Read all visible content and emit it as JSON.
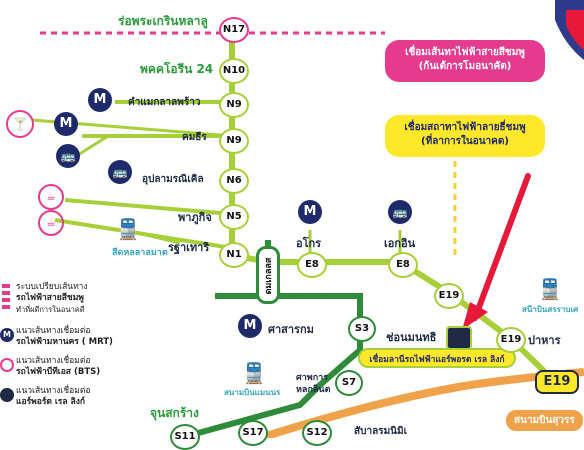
{
  "colors": {
    "pink_line": "#e43b8f",
    "light_green_line": "#a6cf3a",
    "dark_green_line": "#2e8b3a",
    "yellow_box": "#ffe82a",
    "orange_line": "#f0a24a",
    "arrow_red": "#e8183a",
    "navy": "#1f2a6a",
    "teal": "#35a6b9"
  },
  "icons": {
    "mrt": "mrt-logo-icon",
    "bus": "bus-icon",
    "train": "train-icon",
    "cocktail": "cocktail-icon",
    "coffee": "coffee-icon",
    "airport_link": "airport-link-icon"
  },
  "labels": {
    "n17_name": "ร่อพระเกรินหลาลู",
    "n10_name": "พคคโอรีน 24",
    "n9a_name": "คำแมกลาลพร้าว",
    "n9b_name": "คมธีร",
    "n6_name": "อุปลามรณิเคิล",
    "n5_name": "พาภูกิจ",
    "n1_name": "รฐาเทาริ",
    "bus_terminal_left": "สีดหลลาลมาต",
    "e8a_name": "อโกร",
    "e8b_name": "เอกอิน",
    "s3_name": "ศาสารกม",
    "s3_station_name": "ช่อนมนทธิ",
    "e19_name": "ปาหาร",
    "airport_top": "สนีาบินสรราบเศ",
    "s7_name": "ศาพการ หลกลินต",
    "bus_terminal_mid": "สนามบินแมนนร",
    "s11_name": "จุนสกร้าง",
    "s12_name": "สับาลรมนิมิเ",
    "airport_bottom": "สนามบินสุวรร"
  },
  "stations": {
    "n17": "N17",
    "n10": "N10",
    "n9a": "N9",
    "n9b": "N9",
    "n6": "N6",
    "n5": "N5",
    "n1": "N1",
    "e8a": "E8",
    "e8b": "E8",
    "e19a": "E19",
    "e19b": "E19",
    "e19_big": "E19",
    "s3": "S3",
    "s7": "S7",
    "s11": "S11",
    "s17": "S17",
    "s12": "S12"
  },
  "vertical_label": "ดมเกลลส",
  "callouts": {
    "pink_line1": "เชื่อมเส้นทาไฟฟ้าสายสีชมพู",
    "pink_line2": "(ก้นเต้การโมอนาคัต)",
    "yellow_line1": "เชื่อมสถาทาไฟฟ้าลายธี่ชมพู",
    "yellow_line2": "(ที่ลาการในอนาคต)",
    "airport_link": "เชื่อมลานีรถไฟฟ้าแอร์พอรต เรล ลิงก์"
  },
  "legend": [
    {
      "icon": "train",
      "line1": "ระบบเปรียบเส้นทาง",
      "line2": "รถไฟฟ้าสายสีชมพู",
      "line3": "ทำที่ผดีการในอนาคดี"
    },
    {
      "icon": "mrt",
      "line1": "แนวเส้นทางเชื่อมต่อ",
      "line2": "รถไฟฟ้ามหานคร ( MRT)"
    },
    {
      "icon": "bts",
      "line1": "แนวเส้นทางเชื่อมต่อ",
      "line2": "รถไฟฟ้าบีทีเอส (BTS)"
    },
    {
      "icon": "airport_link",
      "line1": "แนวเส้นทางเชื่อมต่อ",
      "line2": "แอร์พอร์ต เรล ลิงก์"
    }
  ]
}
